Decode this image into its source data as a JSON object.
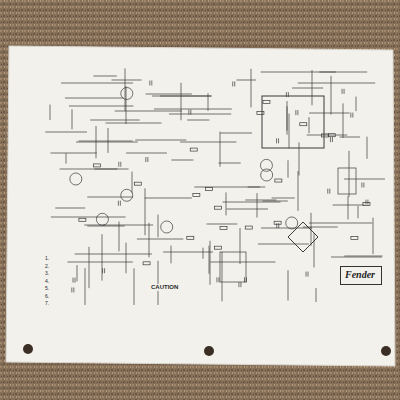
{
  "diagram": {
    "nodes": [
      {
        "text": [
          "Fender"
        ]
      }
    ],
    "labels": [
      "CAUTION",
      "1.",
      "2.",
      "3.",
      "4.",
      "5.",
      "6.",
      "7."
    ]
  }
}
